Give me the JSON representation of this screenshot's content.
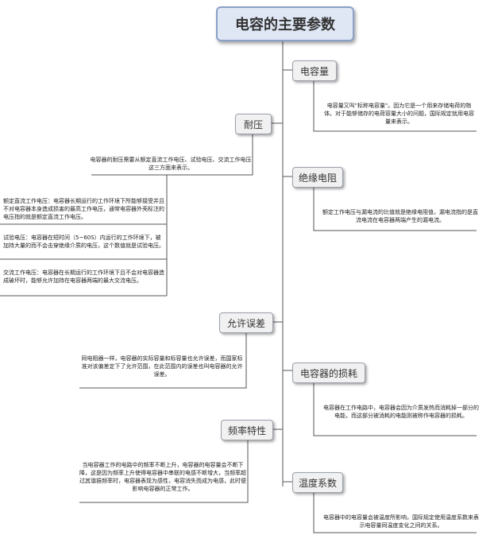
{
  "root": {
    "title": "电容的主要参数"
  },
  "topics": {
    "capacitance": {
      "label": "电容量",
      "note": "电容量又叫\"标称电容量\"。因为它是一个用来存储电荷的物体。对于能够储存的电荷容量大小的问题，国际规定就用电容量来表示。"
    },
    "withstand_voltage": {
      "label": "耐压",
      "intro": "电容器的耐压需要从额定直流工作电压、试验电压、交流工作电压这三方面来表示。",
      "details": [
        "额定直流工作电压：电容器长期运行的工作环境下所能够接受并且不对电容器本身造成损害的最高工作电压，通常电容器外壳标注的电压指的就是额定直流工作电压。",
        "试验电压：电容器在短时间（5~60S）内运行的工作环境下，被加持大量的而不会击穿绝缘介质的电压，这个数值就是试验电压。",
        "交流工作电压：电容器在长期运行的工作环境下且不会对电容器造成破坏时，能够允许加持在电容器两端的最大交流电压。"
      ]
    },
    "insulation_resistance": {
      "label": "绝缘电阻",
      "note": "额定工作电压与漏电流的比值就是绝缘电阻值，漏电流指的是直流电流在电容器两端产生的漏电流。"
    },
    "tolerance": {
      "label": "允许误差",
      "note": "同电阻器一样，电容器的实际容量和标容量也允许误差，而国家标准对该偏差定下了允许范围，在此范围内的误差也叫电容器的允许误差。"
    },
    "loss": {
      "label": "电容器的损耗",
      "note": "电容器在工作电路中，电容器会因为介质发热而消耗掉一部分的电能，而这部分被消耗的电能则被称作电容器的损耗。"
    },
    "frequency": {
      "label": "频率特性",
      "note": "当电容器工作的电路中的频率不断上升，电容器的电容量会不断下降，这是因为频率上升使得电容器中串联的电感不断增大，当频率超过其谐振频率时，电容器表现为感性，电容消失而成为电感，此时便影响电容器的正常工作。"
    },
    "temperature": {
      "label": "温度系数",
      "note": "电容器中的电容量会被温度所影响，国际规定使用温度系数来表示电容量同温度变化之间的关系。"
    }
  },
  "colors": {
    "line": "#555555",
    "root_fill": "#dfe7f5",
    "root_border": "#8aa0c6",
    "topic_fill": "#f1f1f1"
  }
}
